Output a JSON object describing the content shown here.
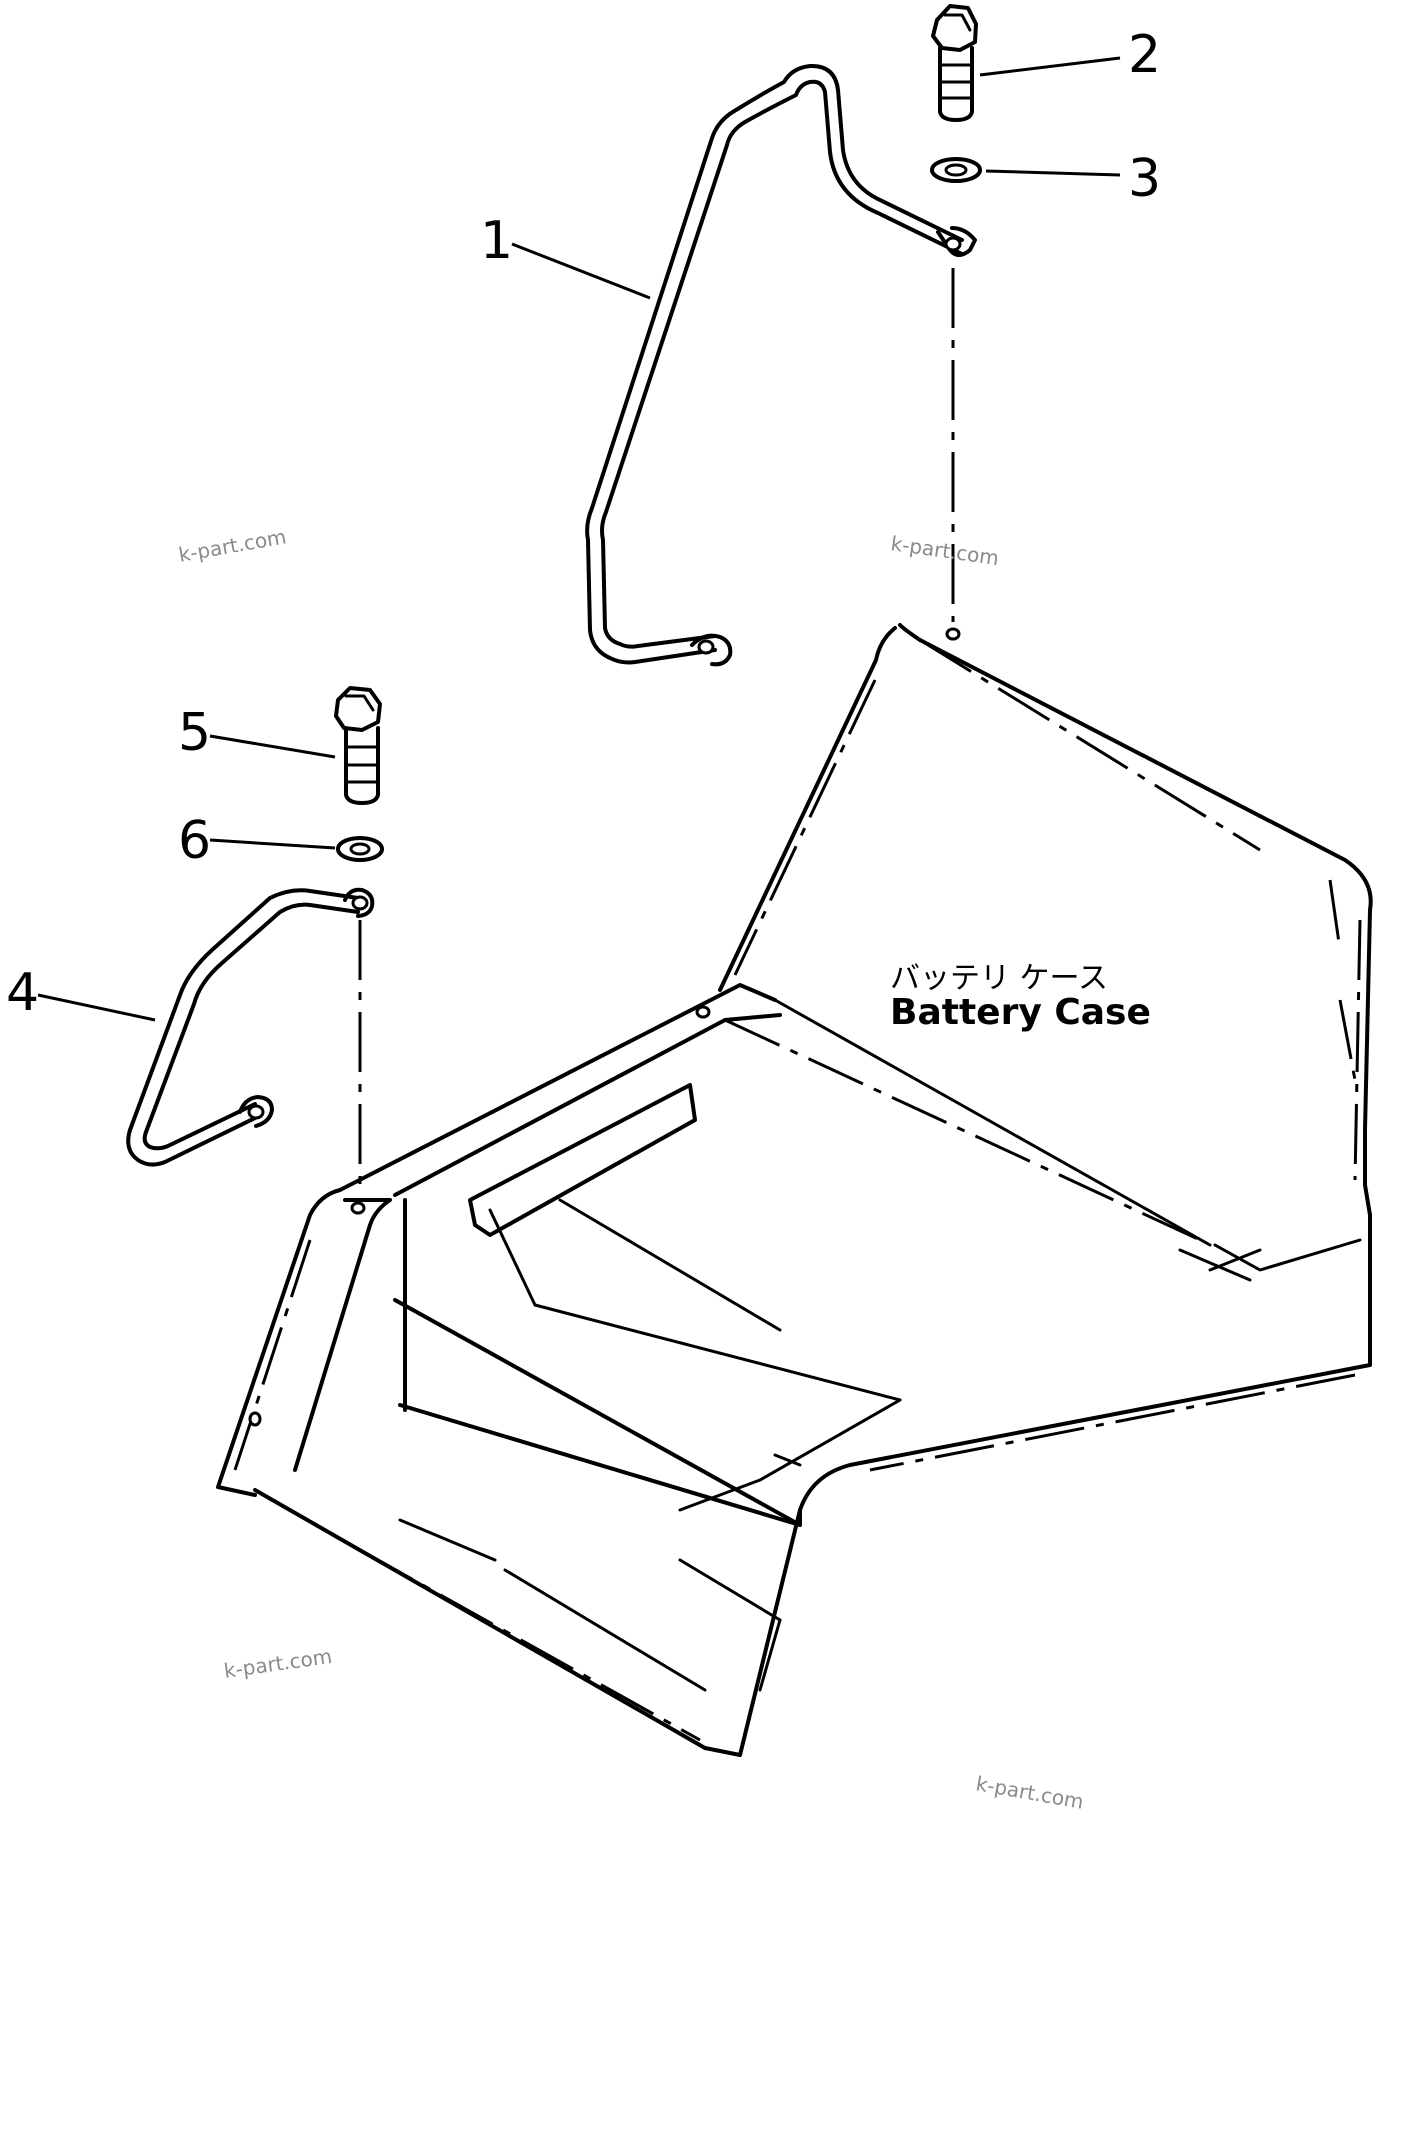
{
  "callouts": [
    "1",
    "2",
    "3",
    "4",
    "5",
    "6"
  ],
  "label": {
    "japanese": "バッテリ ケース",
    "english": "Battery Case"
  },
  "watermark": "k-part.com"
}
